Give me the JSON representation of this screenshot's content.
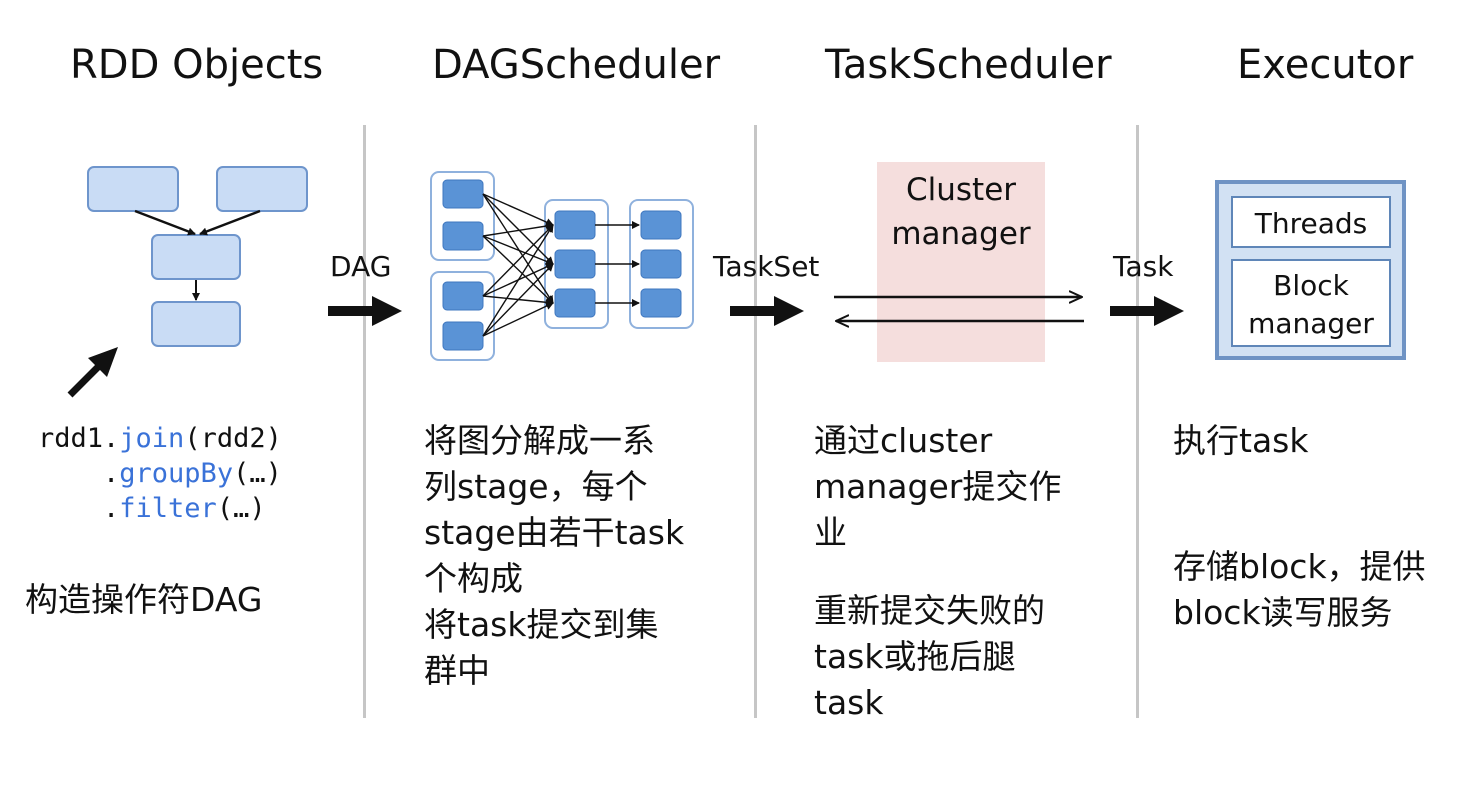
{
  "columns": [
    {
      "title": "RDD Objects"
    },
    {
      "title": "DAGScheduler"
    },
    {
      "title": "TaskScheduler"
    },
    {
      "title": "Executor"
    }
  ],
  "arrows": {
    "dag": "DAG",
    "taskset": "TaskSet",
    "task": "Task"
  },
  "rdd": {
    "code": {
      "line1_prefix": "rdd1.",
      "line1_fn": "join",
      "line1_suffix": "(rdd2)",
      "line2_prefix": "    .",
      "line2_fn": "groupBy",
      "line2_suffix": "(…)",
      "line3_prefix": "    .",
      "line3_fn": "filter",
      "line3_suffix": "(…)"
    },
    "description": "构造操作符DAG"
  },
  "dag_scheduler": {
    "description_lines": [
      "将图分解成一系",
      "列stage，每个",
      "stage由若干task",
      "个构成",
      "将task提交到集",
      "群中"
    ]
  },
  "task_scheduler": {
    "cluster_manager_lines": [
      "Cluster",
      "manager"
    ],
    "description1_lines": [
      "通过cluster",
      "manager提交作",
      "业"
    ],
    "description2_lines": [
      "重新提交失败的",
      "task或拖后腿",
      "task"
    ]
  },
  "executor": {
    "threads_label": "Threads",
    "block_manager_lines": [
      "Block",
      "manager"
    ],
    "description1": "执行task",
    "description2_lines": [
      "存储block，提供",
      "block读写服务"
    ]
  },
  "colors": {
    "node_fill": "#c9dcf5",
    "node_border": "#6e95cc",
    "small_node_fill": "#5a93d6",
    "cluster_manager_bg": "#f5dedd",
    "executor_border": "#6f93c4",
    "executor_fill": "#d2e1f3",
    "divider": "#c6c6c6",
    "code_fn": "#3a72d8"
  }
}
